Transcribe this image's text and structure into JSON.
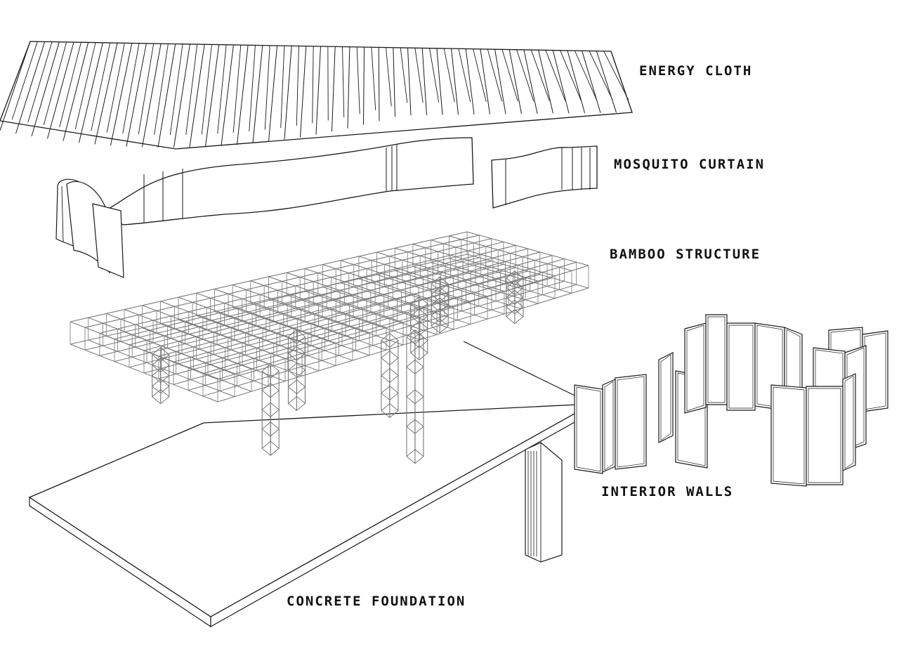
{
  "labels": {
    "energy_cloth": "ENERGY CLOTH",
    "mosquito_curtain": "MOSQUITO CURTAIN",
    "bamboo_structure": "BAMBOO STRUCTURE",
    "interior_walls": "INTERIOR WALLS",
    "concrete_foundation": "CONCRETE FOUNDATION"
  },
  "colors": {
    "line": "#1a1a1a",
    "fill": "#ffffff",
    "bamboo": "#777777"
  }
}
